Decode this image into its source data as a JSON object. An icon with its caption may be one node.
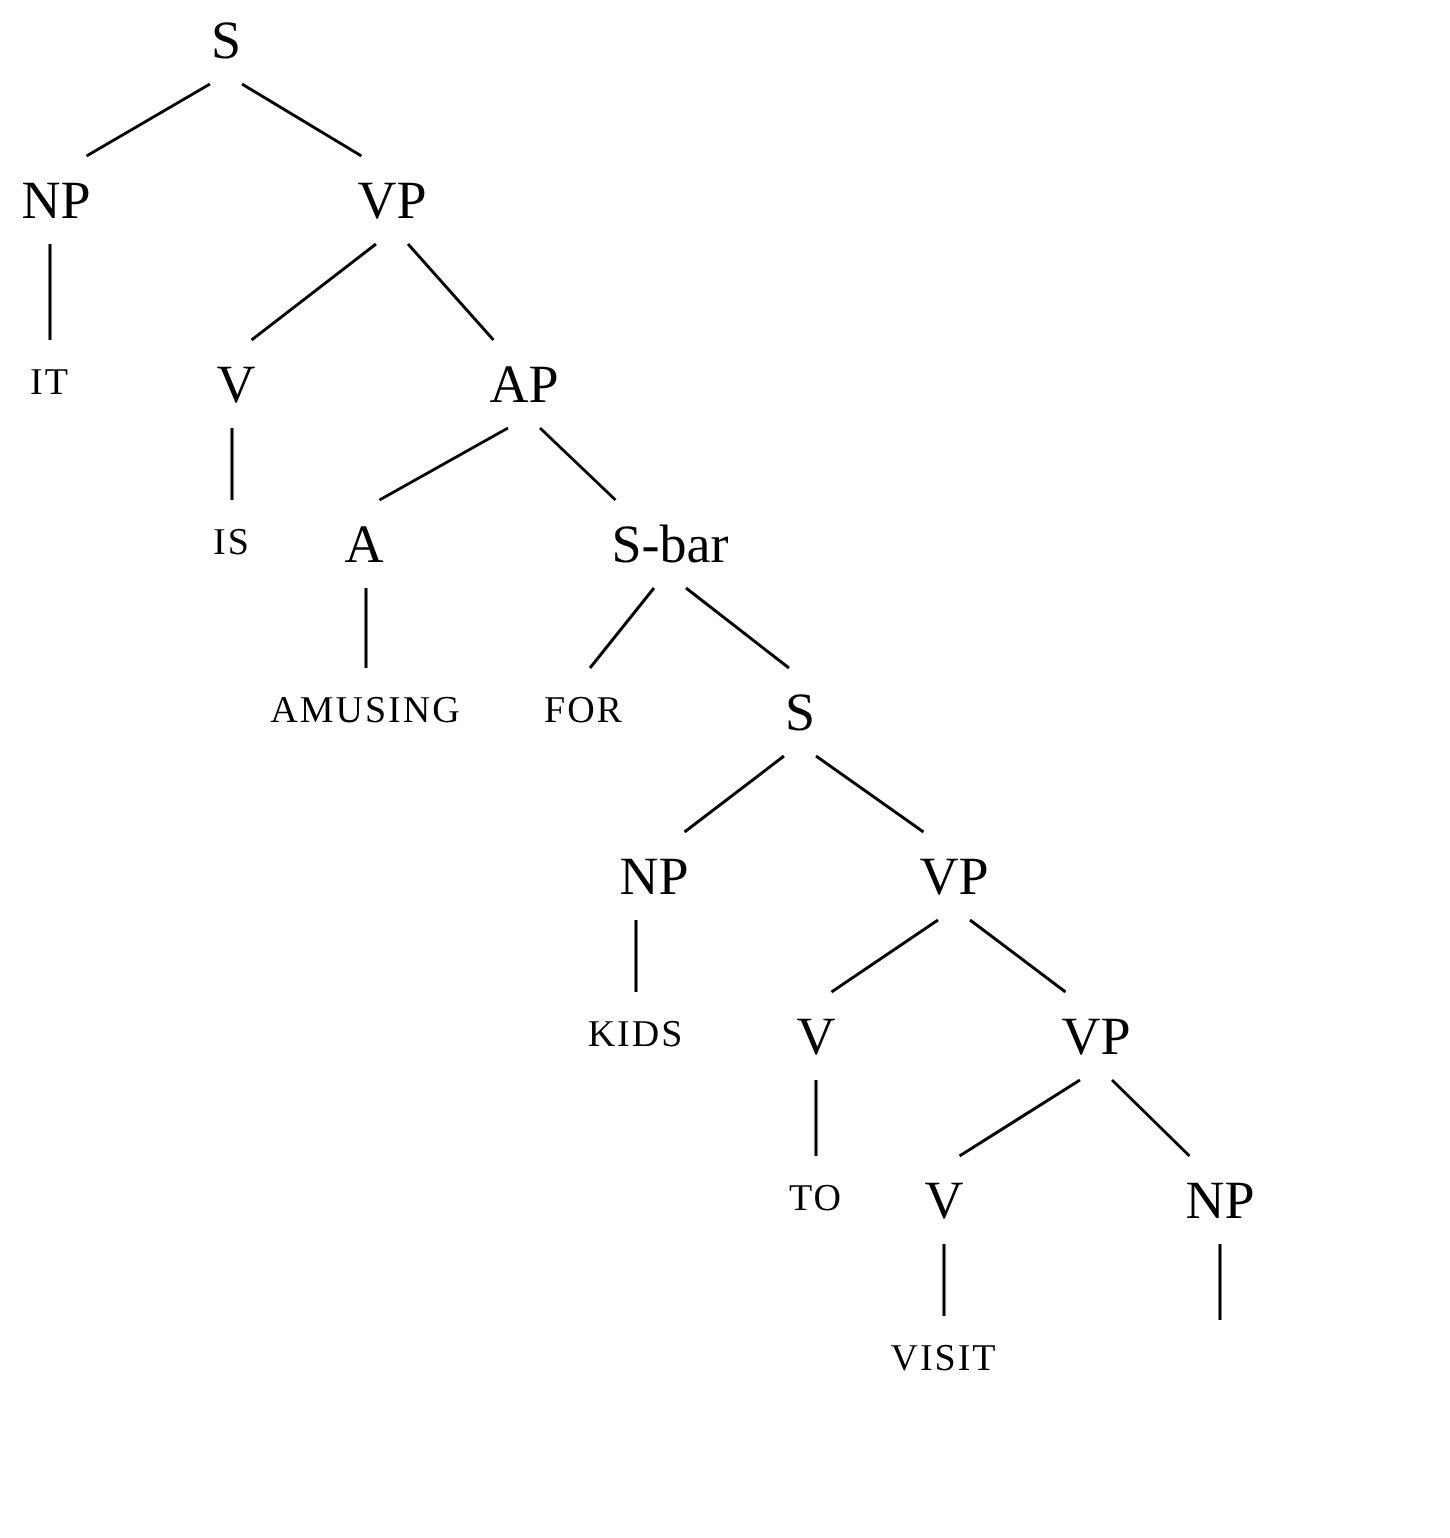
{
  "diagram": {
    "nodes": [
      {
        "text": [
          "S"
        ]
      },
      {
        "text": [
          "NP"
        ]
      },
      {
        "text": [
          "VP"
        ]
      },
      {
        "text": [
          "IT"
        ]
      },
      {
        "text": [
          "V"
        ]
      },
      {
        "text": [
          "AP"
        ]
      },
      {
        "text": [
          "IS"
        ]
      },
      {
        "text": [
          "A"
        ]
      },
      {
        "text": [
          "S-bar"
        ]
      },
      {
        "text": [
          "AMUSING"
        ]
      },
      {
        "text": [
          "FOR"
        ]
      },
      {
        "text": [
          "S"
        ]
      },
      {
        "text": [
          "NP"
        ]
      },
      {
        "text": [
          "VP"
        ]
      },
      {
        "text": [
          "KIDS"
        ]
      },
      {
        "text": [
          "V"
        ]
      },
      {
        "text": [
          "VP"
        ]
      },
      {
        "text": [
          "TO"
        ]
      },
      {
        "text": [
          "V"
        ]
      },
      {
        "text": [
          "NP"
        ]
      },
      {
        "text": [
          "VISIT"
        ]
      }
    ],
    "edges": [
      {
        "from": 0,
        "to": 1,
        "arrow": "none"
      },
      {
        "from": 0,
        "to": 2,
        "arrow": "none"
      },
      {
        "from": 1,
        "to": 3,
        "arrow": "none"
      },
      {
        "from": 2,
        "to": 4,
        "arrow": "none"
      },
      {
        "from": 2,
        "to": 5,
        "arrow": "none"
      },
      {
        "from": 4,
        "to": 6,
        "arrow": "none"
      },
      {
        "from": 5,
        "to": 7,
        "arrow": "none"
      },
      {
        "from": 5,
        "to": 8,
        "arrow": "none"
      },
      {
        "from": 7,
        "to": 9,
        "arrow": "none"
      },
      {
        "from": 8,
        "to": 10,
        "arrow": "none"
      },
      {
        "from": 8,
        "to": 11,
        "arrow": "none"
      },
      {
        "from": 11,
        "to": 12,
        "arrow": "none"
      },
      {
        "from": 11,
        "to": 13,
        "arrow": "none"
      },
      {
        "from": 12,
        "to": 14,
        "arrow": "none"
      },
      {
        "from": 13,
        "to": 15,
        "arrow": "none"
      },
      {
        "from": 13,
        "to": 16,
        "arrow": "none"
      },
      {
        "from": 15,
        "to": 17,
        "arrow": "none"
      },
      {
        "from": 16,
        "to": 18,
        "arrow": "none"
      },
      {
        "from": 16,
        "to": 19,
        "arrow": "none"
      },
      {
        "from": 18,
        "to": 20,
        "arrow": "none"
      },
      {
        "from": 19,
        "to": null,
        "arrow": "none"
      }
    ]
  }
}
